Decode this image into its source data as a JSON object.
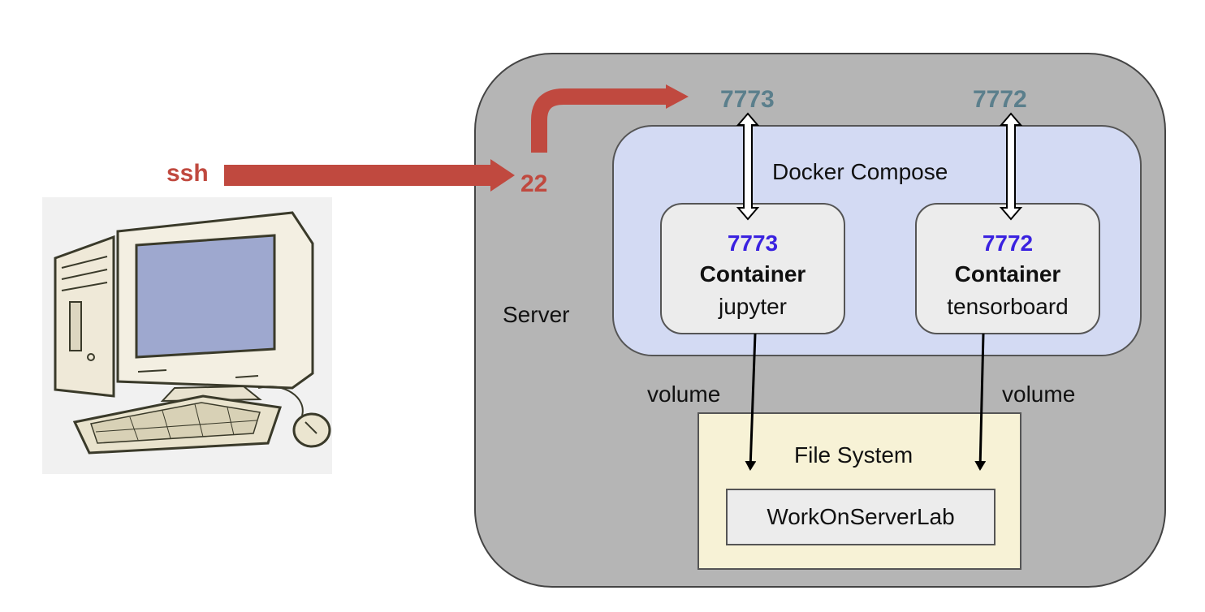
{
  "client": {
    "ssh_label": "ssh",
    "icon": "desktop-computer-icon"
  },
  "server": {
    "label": "Server",
    "ssh_port": "22",
    "external_ports": [
      "7773",
      "7772"
    ]
  },
  "compose": {
    "label": "Docker Compose",
    "containers": [
      {
        "port": "7773",
        "title": "Container",
        "name": "jupyter"
      },
      {
        "port": "7772",
        "title": "Container",
        "name": "tensorboard"
      }
    ]
  },
  "volume_labels": [
    "volume",
    "volume"
  ],
  "filesystem": {
    "label": "File System",
    "folder": "WorkOnServerLab"
  },
  "colors": {
    "server_bg": "#b5b5b5",
    "compose_bg": "#d3daf3",
    "container_bg": "#ececec",
    "fs_bg": "#f7f2d6",
    "ssh_arrow": "#c0493f",
    "external_port": "#5b7f8c",
    "internal_port": "#3a22e0"
  }
}
